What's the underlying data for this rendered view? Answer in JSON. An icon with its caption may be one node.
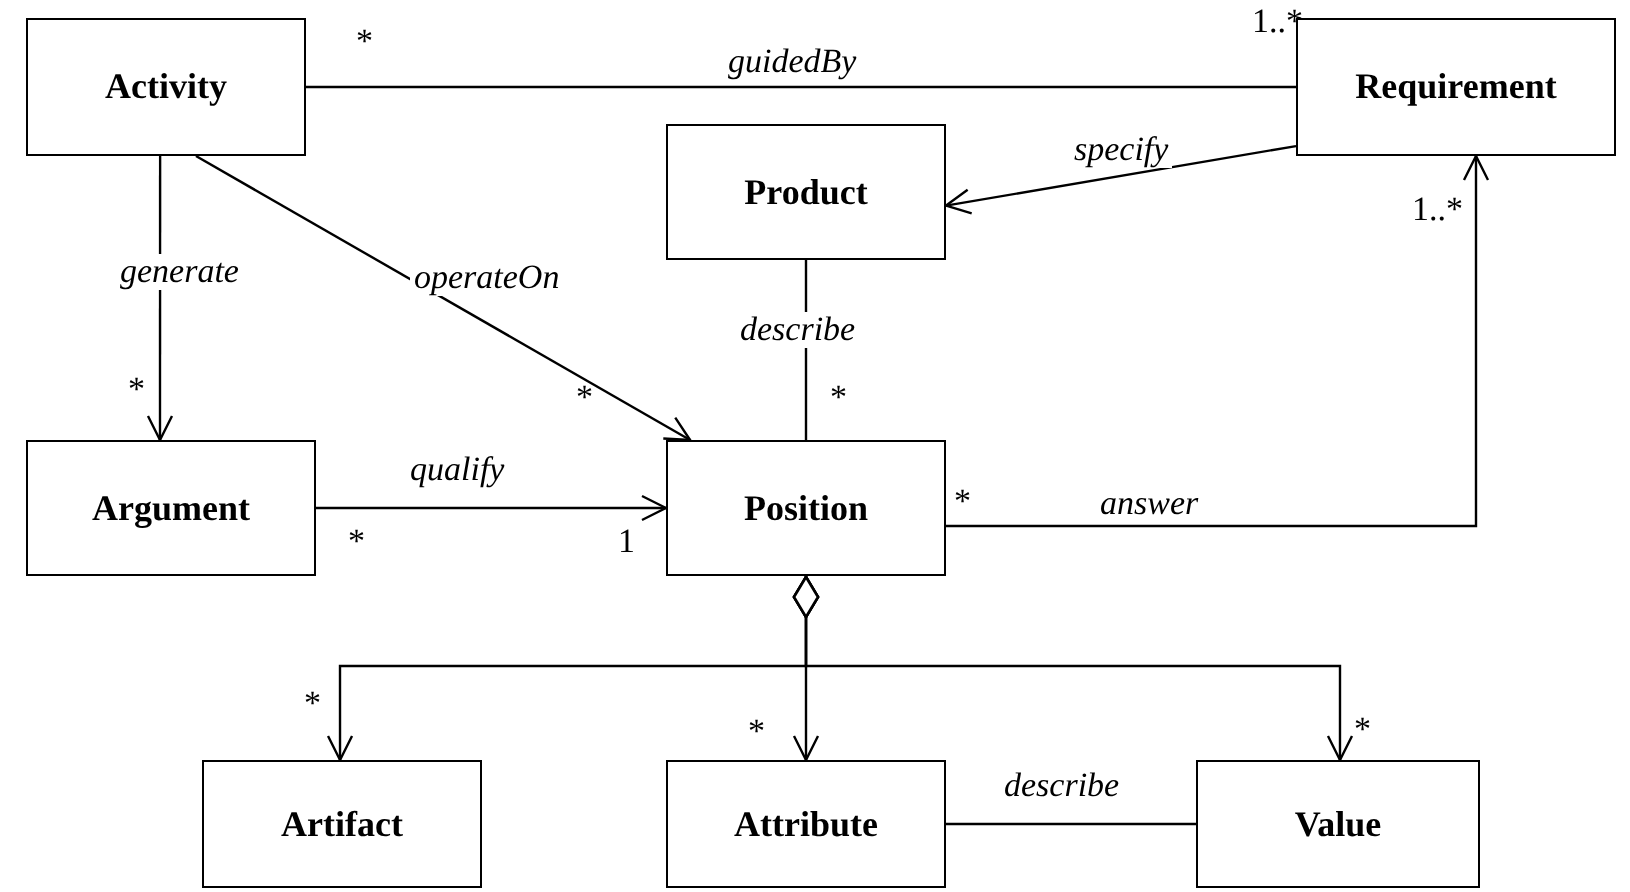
{
  "diagram": {
    "nodes": [
      {
        "text": [
          "Activity"
        ]
      },
      {
        "text": [
          "Requirement"
        ]
      },
      {
        "text": [
          "Product"
        ]
      },
      {
        "text": [
          "Argument"
        ]
      },
      {
        "text": [
          "Position"
        ]
      },
      {
        "text": [
          "Artifact"
        ]
      },
      {
        "text": [
          "Attribute"
        ]
      },
      {
        "text": [
          "Value"
        ]
      }
    ],
    "edges": [
      {
        "from": 0,
        "to": 1,
        "arrow": "none",
        "label": "guidedBy"
      },
      {
        "from": 1,
        "to": 2,
        "arrow": "to",
        "label": "specify"
      },
      {
        "from": 0,
        "to": 3,
        "arrow": "to",
        "label": "generate"
      },
      {
        "from": 0,
        "to": 4,
        "arrow": "to",
        "label": "operateOn"
      },
      {
        "from": 2,
        "to": 4,
        "arrow": "none",
        "label": "describe"
      },
      {
        "from": 3,
        "to": 4,
        "arrow": "to",
        "label": "qualify"
      },
      {
        "from": 4,
        "to": 1,
        "arrow": "to",
        "label": "answer"
      },
      {
        "from": 4,
        "to": 5,
        "arrow": "to"
      },
      {
        "from": 4,
        "to": 6,
        "arrow": "to"
      },
      {
        "from": 4,
        "to": 7,
        "arrow": "to"
      },
      {
        "from": 6,
        "to": 7,
        "arrow": "none",
        "label": "describe"
      }
    ],
    "labels": [
      "*",
      "1..*",
      "1..*",
      "*",
      "*",
      "*",
      "*",
      "1",
      "*",
      "*",
      "*",
      "*"
    ]
  }
}
